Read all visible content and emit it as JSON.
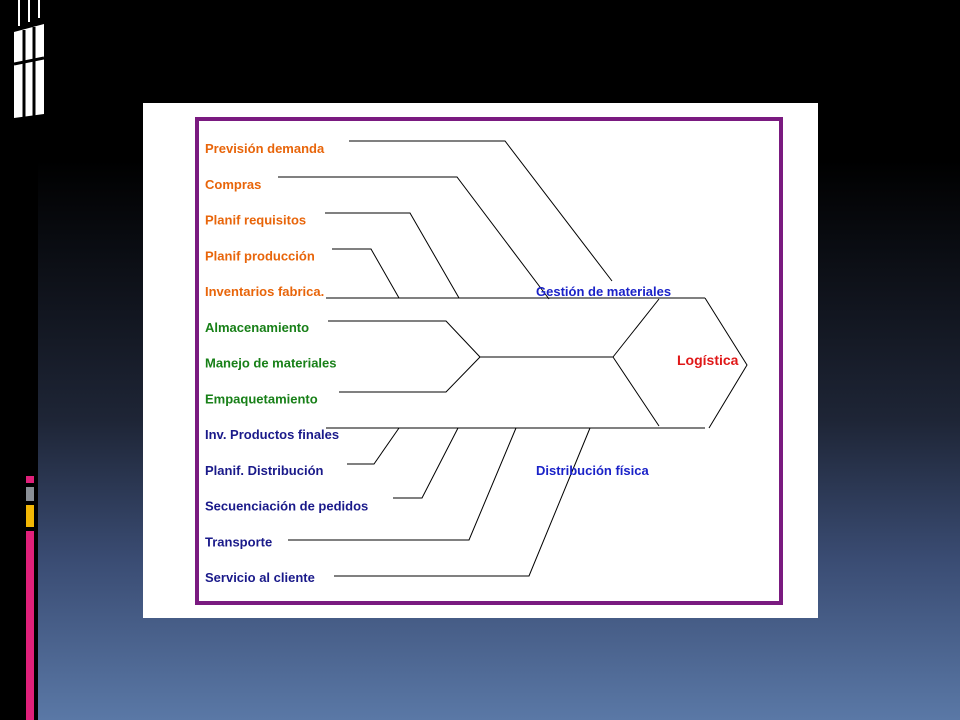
{
  "diagram": {
    "materials_items": [
      "Previsión demanda",
      "Compras",
      "Planif requisitos",
      "Planif producción",
      "Inventarios fabrica."
    ],
    "middle_items": [
      "Almacenamiento",
      "Manejo de materiales",
      "Empaquetamiento"
    ],
    "distribution_items": [
      "Inv. Productos finales",
      "Planif. Distribución",
      "Secuenciación de pedidos",
      "Transporte",
      "Servicio al cliente"
    ],
    "materials_label": "Gestión de materiales",
    "distribution_label": "Distribución física",
    "head_label": "Logística"
  },
  "colors": {
    "materials": "#e8650a",
    "middle": "#188018",
    "distribution": "#1a1a8a",
    "branch_label": "#1a22c8",
    "head": "#e01818",
    "frame": "#7a1a80",
    "accent_magenta": "#e0207a",
    "accent_gray": "#8a8f96",
    "accent_gold": "#f2b705"
  }
}
